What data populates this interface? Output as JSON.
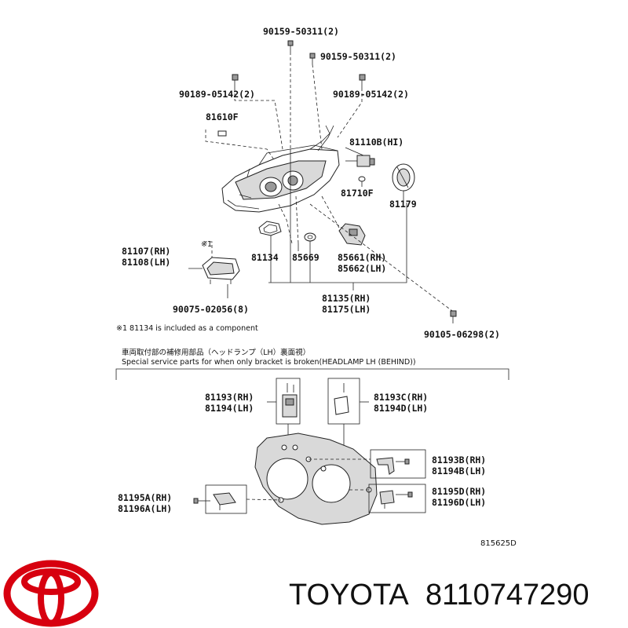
{
  "labels": {
    "p90159_top": "90159-50311(2)",
    "p90159_right": "90159-50311(2)",
    "p90189_left": "90189-05142(2)",
    "p90189_right": "90189-05142(2)",
    "p81610F": "81610F",
    "p81110B": "81110B(HI)",
    "p81710F": "81710F",
    "p81179": "81179",
    "p81107": "81107(RH)",
    "p81108": "81108(LH)",
    "note_mark": "※1",
    "p81134": "81134",
    "p85669": "85669",
    "p85661": "85661(RH)",
    "p85662": "85662(LH)",
    "p81135": "81135(RH)",
    "p81175": "81175(LH)",
    "p90075": "90075-02056(8)",
    "p90105": "90105-06298(2)",
    "p81193": "81193(RH)",
    "p81194": "81194(LH)",
    "p81193C": "81193C(RH)",
    "p81194D": "81194D(LH)",
    "p81193B": "81193B(RH)",
    "p81194B": "81194B(LH)",
    "p81195D": "81195D(RH)",
    "p81196D": "81196D(LH)",
    "p81195A": "81195A(RH)",
    "p81196A": "81196A(LH)"
  },
  "note": "※1  81134 is included as a component",
  "section_title_jp": "車両取付部の補修用部品（ヘッドランプ（LH）裏面視）",
  "section_title_en": "Special service parts for when only bracket is broken(HEADLAMP LH (BEHIND))",
  "diagram_code": "815625D",
  "brand": {
    "name": "TOYOTA",
    "part_number": "8110747290",
    "logo_color": "#d7000f"
  }
}
